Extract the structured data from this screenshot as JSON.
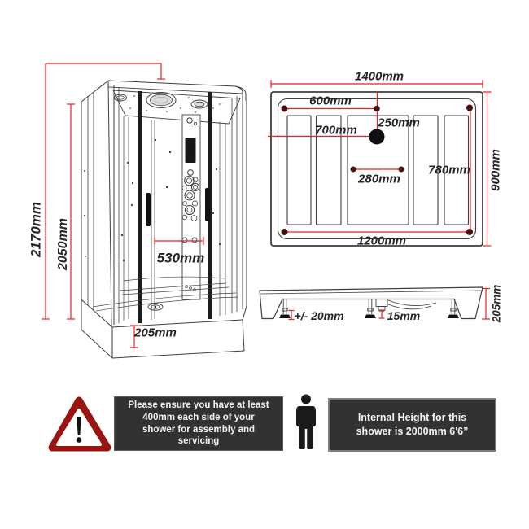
{
  "colors": {
    "background": "#ffffff",
    "dimension_red": "#e8221e",
    "line_art": "#3f3f3f",
    "marker_dark": "#4a0e0e",
    "notice_bg": "#323232",
    "notice_border": "#7d7d7d",
    "notice_text": "#f4f4f4",
    "warning_red": "#ce2824"
  },
  "cabin_view": {
    "overall_height": "2170mm",
    "internal_height": "2050mm",
    "door_opening_width": "530mm",
    "tray_height": "205mm"
  },
  "tray_top_view": {
    "overall_width": "1400mm",
    "top_fixing_span": "600mm",
    "drain_from_left": "700mm",
    "drain_from_top": "250mm",
    "jet_fixing_span": "280mm",
    "inner_depth": "780mm",
    "overall_depth": "900mm",
    "base_fixing_span": "1200mm"
  },
  "tray_side_view": {
    "foot_adjustment": "+/- 20mm",
    "waste_height": "15mm",
    "tray_height": "205mm"
  },
  "notices": [
    {
      "icon": "warning-triangle",
      "lines": [
        "Please ensure you have at least",
        "400mm each side of your",
        "shower for assembly and",
        "servicing"
      ]
    },
    {
      "icon": "person-silhouette",
      "lines": [
        "Internal Height for this",
        "shower is 2000mm 6'6”"
      ]
    }
  ]
}
